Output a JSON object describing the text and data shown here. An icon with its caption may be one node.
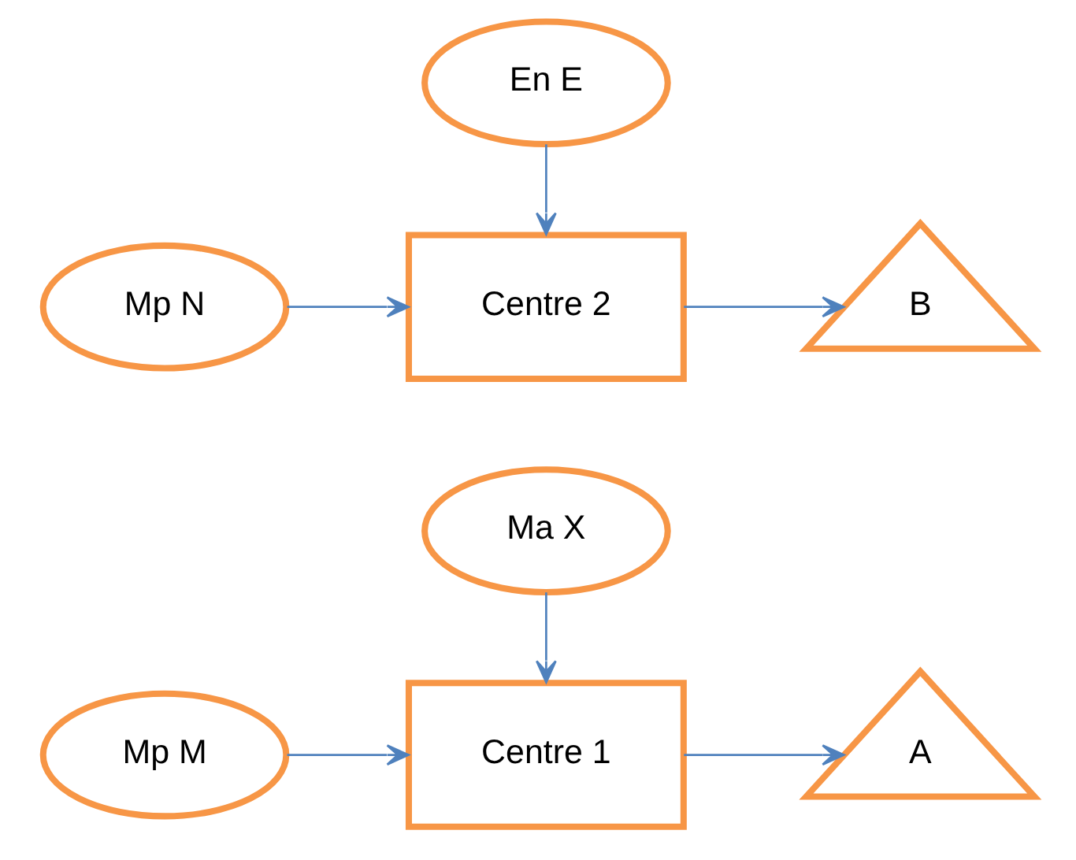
{
  "diagram": {
    "nodes": [
      {
        "text": [
          "Ma X"
        ]
      },
      {
        "text": [
          "Mp M"
        ]
      },
      {
        "text": [
          "Centre 1"
        ]
      },
      {
        "text": [
          "A"
        ]
      },
      {
        "text": [
          "Mp N"
        ]
      },
      {
        "text": [
          "Centre 2"
        ]
      },
      {
        "text": [
          "B"
        ]
      },
      {
        "text": [
          "En E"
        ]
      }
    ],
    "edges": [
      {
        "from": 0,
        "to": 2,
        "arrow": "to"
      },
      {
        "from": 1,
        "to": 2,
        "arrow": "to"
      },
      {
        "from": 2,
        "to": 3,
        "arrow": "to"
      },
      {
        "from": 4,
        "to": 5,
        "arrow": "to"
      },
      {
        "from": 5,
        "to": 6,
        "arrow": "to"
      },
      {
        "from": 7,
        "to": 5,
        "arrow": "to"
      }
    ]
  }
}
